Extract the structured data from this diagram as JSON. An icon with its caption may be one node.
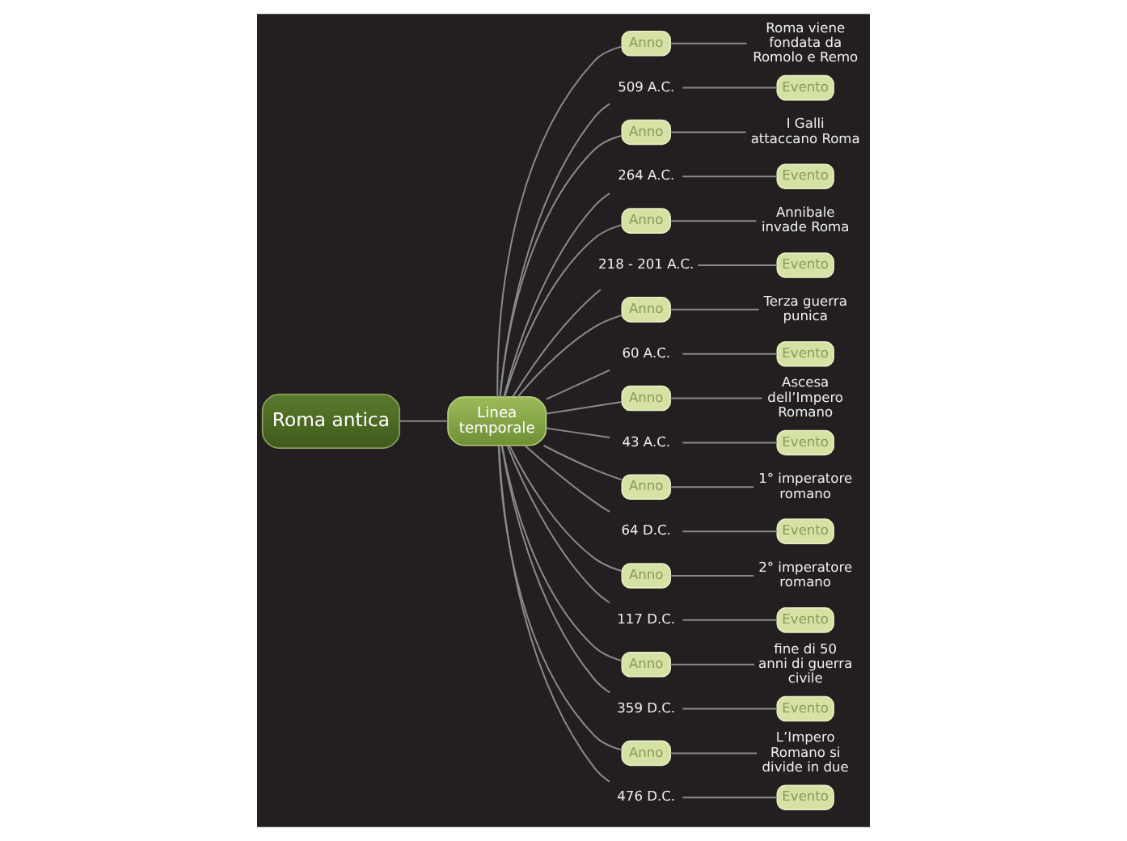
{
  "diagram": {
    "nodes": [
      {
        "text": [
          "Roma antica"
        ]
      },
      {
        "text": [
          "Linea temporale"
        ]
      },
      {
        "text": [
          "Anno"
        ]
      },
      {
        "text": [
          "Roma viene fondata da Romolo e Remo"
        ]
      },
      {
        "text": [
          "509 A.C."
        ]
      },
      {
        "text": [
          "Evento"
        ]
      },
      {
        "text": [
          "Anno"
        ]
      },
      {
        "text": [
          "I Galli attaccano Roma"
        ]
      },
      {
        "text": [
          "264 A.C."
        ]
      },
      {
        "text": [
          "Evento"
        ]
      },
      {
        "text": [
          "Anno"
        ]
      },
      {
        "text": [
          "Annibale invade Roma"
        ]
      },
      {
        "text": [
          "218 - 201 A.C."
        ]
      },
      {
        "text": [
          "Evento"
        ]
      },
      {
        "text": [
          "Anno"
        ]
      },
      {
        "text": [
          "Terza guerra punica"
        ]
      },
      {
        "text": [
          "60 A.C."
        ]
      },
      {
        "text": [
          "Evento"
        ]
      },
      {
        "text": [
          "Anno"
        ]
      },
      {
        "text": [
          "Ascesa dell’Impero Romano"
        ]
      },
      {
        "text": [
          "43 A.C."
        ]
      },
      {
        "text": [
          "Evento"
        ]
      },
      {
        "text": [
          "Anno"
        ]
      },
      {
        "text": [
          "1° imperatore romano"
        ]
      },
      {
        "text": [
          "64 D.C."
        ]
      },
      {
        "text": [
          "Evento"
        ]
      },
      {
        "text": [
          "Anno"
        ]
      },
      {
        "text": [
          "2° imperatore romano"
        ]
      },
      {
        "text": [
          "117 D.C."
        ]
      },
      {
        "text": [
          "Evento"
        ]
      },
      {
        "text": [
          "Anno"
        ]
      },
      {
        "text": [
          "fine di 50 anni di guerra civile"
        ]
      },
      {
        "text": [
          "359 D.C."
        ]
      },
      {
        "text": [
          "Evento"
        ]
      },
      {
        "text": [
          "Anno"
        ]
      },
      {
        "text": [
          "L’Impero Romano si divide in due"
        ]
      },
      {
        "text": [
          "476 D.C."
        ]
      },
      {
        "text": [
          "Evento"
        ]
      }
    ],
    "edges": [
      {
        "from": 0,
        "to": 1,
        "arrow": "none"
      },
      {
        "from": 1,
        "to": 2,
        "arrow": "none"
      },
      {
        "from": 2,
        "to": 3,
        "arrow": "none"
      },
      {
        "from": 1,
        "to": 4,
        "arrow": "none"
      },
      {
        "from": 4,
        "to": 5,
        "arrow": "none"
      },
      {
        "from": 1,
        "to": 6,
        "arrow": "none"
      },
      {
        "from": 6,
        "to": 7,
        "arrow": "none"
      },
      {
        "from": 1,
        "to": 8,
        "arrow": "none"
      },
      {
        "from": 8,
        "to": 9,
        "arrow": "none"
      },
      {
        "from": 1,
        "to": 10,
        "arrow": "none"
      },
      {
        "from": 10,
        "to": 11,
        "arrow": "none"
      },
      {
        "from": 1,
        "to": 12,
        "arrow": "none"
      },
      {
        "from": 12,
        "to": 13,
        "arrow": "none"
      },
      {
        "from": 1,
        "to": 14,
        "arrow": "none"
      },
      {
        "from": 14,
        "to": 15,
        "arrow": "none"
      },
      {
        "from": 1,
        "to": 16,
        "arrow": "none"
      },
      {
        "from": 16,
        "to": 17,
        "arrow": "none"
      },
      {
        "from": 1,
        "to": 18,
        "arrow": "none"
      },
      {
        "from": 18,
        "to": 19,
        "arrow": "none"
      },
      {
        "from": 1,
        "to": 20,
        "arrow": "none"
      },
      {
        "from": 20,
        "to": 21,
        "arrow": "none"
      },
      {
        "from": 1,
        "to": 22,
        "arrow": "none"
      },
      {
        "from": 22,
        "to": 23,
        "arrow": "none"
      },
      {
        "from": 1,
        "to": 24,
        "arrow": "none"
      },
      {
        "from": 24,
        "to": 25,
        "arrow": "none"
      },
      {
        "from": 1,
        "to": 26,
        "arrow": "none"
      },
      {
        "from": 26,
        "to": 27,
        "arrow": "none"
      },
      {
        "from": 1,
        "to": 28,
        "arrow": "none"
      },
      {
        "from": 28,
        "to": 29,
        "arrow": "none"
      },
      {
        "from": 1,
        "to": 30,
        "arrow": "none"
      },
      {
        "from": 30,
        "to": 31,
        "arrow": "none"
      },
      {
        "from": 1,
        "to": 32,
        "arrow": "none"
      },
      {
        "from": 32,
        "to": 33,
        "arrow": "none"
      },
      {
        "from": 1,
        "to": 34,
        "arrow": "none"
      },
      {
        "from": 34,
        "to": 35,
        "arrow": "none"
      },
      {
        "from": 1,
        "to": 36,
        "arrow": "none"
      },
      {
        "from": 36,
        "to": 37,
        "arrow": "none"
      }
    ]
  }
}
